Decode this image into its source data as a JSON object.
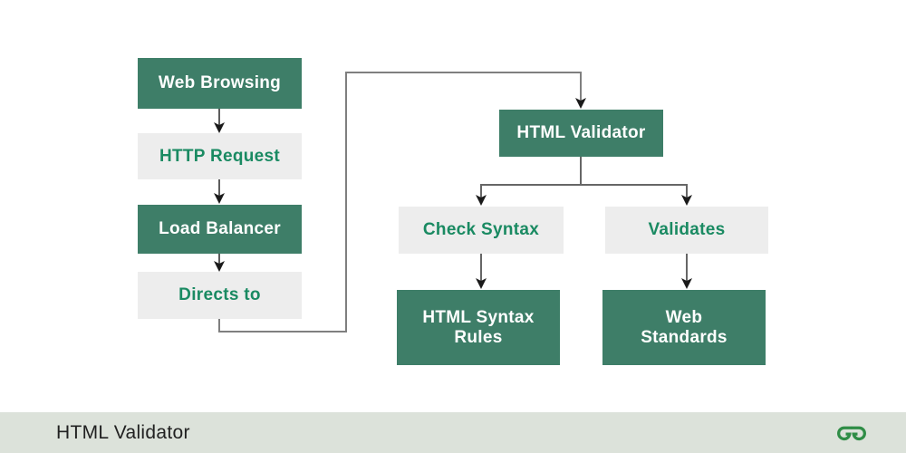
{
  "diagram": {
    "nodes": [
      {
        "id": "web-browsing",
        "label": "Web Browsing",
        "variant": "green"
      },
      {
        "id": "http-request",
        "label": "HTTP Request",
        "variant": "gray"
      },
      {
        "id": "load-balancer",
        "label": "Load Balancer",
        "variant": "green"
      },
      {
        "id": "directs-to",
        "label": "Directs to",
        "variant": "gray"
      },
      {
        "id": "html-validator",
        "label": "HTML Validator",
        "variant": "green"
      },
      {
        "id": "check-syntax",
        "label": "Check Syntax",
        "variant": "gray"
      },
      {
        "id": "validates",
        "label": "Validates",
        "variant": "gray"
      },
      {
        "id": "html-syntax-rules",
        "label": "HTML Syntax\nRules",
        "variant": "green"
      },
      {
        "id": "web-standards",
        "label": "Web\nStandards",
        "variant": "green"
      }
    ],
    "edges": [
      {
        "from": "Web Browsing",
        "to": "HTTP Request"
      },
      {
        "from": "HTTP Request",
        "to": "Load Balancer"
      },
      {
        "from": "Load Balancer",
        "to": "Directs to"
      },
      {
        "from": "Directs to",
        "to": "HTML Validator"
      },
      {
        "from": "HTML Validator",
        "to": "Check Syntax"
      },
      {
        "from": "HTML Validator",
        "to": "Validates"
      },
      {
        "from": "Check Syntax",
        "to": "HTML Syntax Rules"
      },
      {
        "from": "Validates",
        "to": "Web Standards"
      }
    ]
  },
  "footer": {
    "title": "HTML Validator",
    "logo_icon": "geeksforgeeks-logo"
  },
  "colors": {
    "node_green": "#3e7e68",
    "node_gray": "#ededed",
    "text_on_gray": "#1a8a62",
    "text_on_green": "#ffffff",
    "connector_gray": "#7f7f7f",
    "arrowhead": "#1a1a1a",
    "footer_bg": "#dce2da",
    "footer_text": "#212121",
    "logo_green": "#2f8d46"
  }
}
